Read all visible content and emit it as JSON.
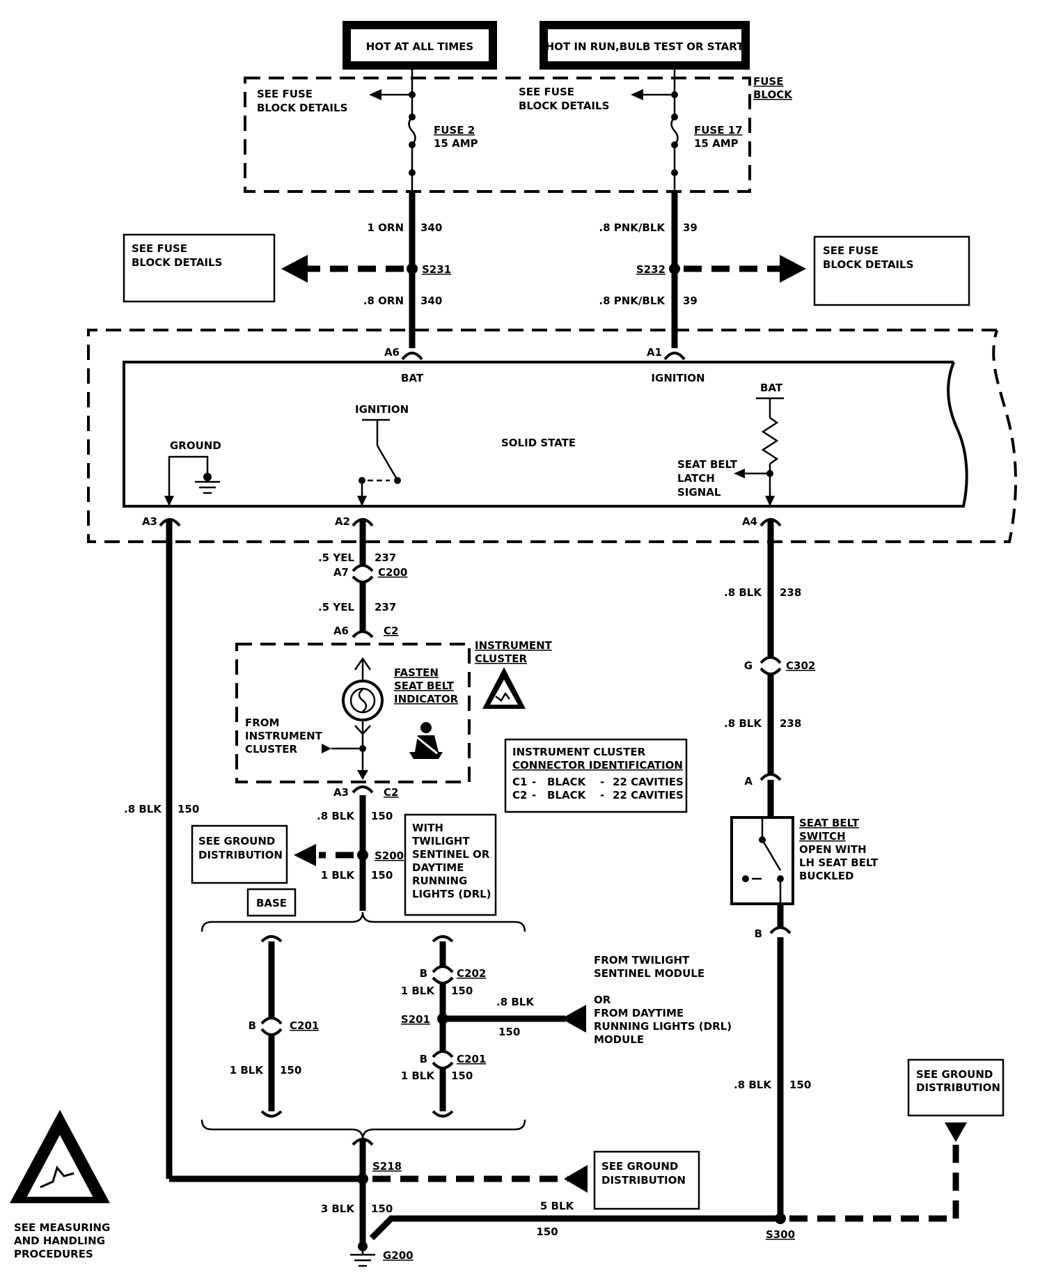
{
  "headers": {
    "hot_at_all_times": "HOT AT ALL TIMES",
    "hot_in_run": "HOT IN RUN,BULB TEST OR START"
  },
  "fuse_block": {
    "label_line1": "FUSE",
    "label_line2": "BLOCK",
    "see_fuse_left_1": "SEE FUSE",
    "see_fuse_left_2": "BLOCK DETAILS",
    "see_fuse_right_1": "SEE FUSE",
    "see_fuse_right_2": "BLOCK DETAILS",
    "fuse2_name": "FUSE 2",
    "fuse2_amp": "15 AMP",
    "fuse17_name": "FUSE 17",
    "fuse17_amp": "15 AMP"
  },
  "wires": {
    "w1_gauge": "1 ORN",
    "w1_circuit": "340",
    "w2_gauge": ".8 ORN",
    "w2_circuit": "340",
    "w3_gauge": ".8 PNK/BLK",
    "w3_circuit": "39",
    "w4_gauge": ".8 PNK/BLK",
    "w4_circuit": "39",
    "s231": "S231",
    "s232": "S232",
    "w5_gauge": ".5 YEL",
    "w5_circuit": "237",
    "w6_gauge": ".5 YEL",
    "w6_circuit": "237",
    "w7_gauge": ".8 BLK",
    "w7_circuit": "238",
    "w8_gauge": ".8 BLK",
    "w8_circuit": "238",
    "w9_gauge": ".8 BLK",
    "w9_circuit": "150",
    "w10_gauge": ".8 BLK",
    "w10_circuit": "150",
    "w11_gauge": "1 BLK",
    "w11_circuit": "150",
    "w12_gauge": "1 BLK",
    "w12_circuit": "150",
    "w13_gauge": "1 BLK",
    "w13_circuit": "150",
    "w14_gauge": "1 BLK",
    "w14_circuit": "150",
    "w15_gauge": ".8 BLK",
    "w15_circuit": "150",
    "w16_gauge": ".8 BLK",
    "w16_circuit": "150",
    "w17_gauge": "3 BLK",
    "w17_circuit": "150",
    "w18_gauge": "5 BLK",
    "w18_circuit": "150",
    "s200": "S200",
    "s201": "S201",
    "s218": "S218",
    "s300": "S300",
    "g200": "G200"
  },
  "fuse_boxes": {
    "left_1": "SEE FUSE",
    "left_2": "BLOCK DETAILS",
    "right_1": "SEE FUSE",
    "right_2": "BLOCK DETAILS"
  },
  "module": {
    "a6": "A6",
    "a1": "A1",
    "a3": "A3",
    "a2": "A2",
    "a4": "A4",
    "bat": "BAT",
    "ignition": "IGNITION",
    "ground": "GROUND",
    "ignition_switch": "IGNITION",
    "solid_state": "SOLID STATE",
    "bat2": "BAT",
    "latch_1": "SEAT BELT",
    "latch_2": "LATCH",
    "latch_3": "SIGNAL"
  },
  "connectors": {
    "c200_pin": "A7",
    "c200": "C200",
    "c2_top_pin": "A6",
    "c2_top": "C2",
    "c2_bot_pin": "A3",
    "c2_bot": "C2",
    "c302_pin": "G",
    "c302": "C302",
    "sw_a": "A",
    "sw_b": "B",
    "c202_pin": "B",
    "c202": "C202",
    "c201a_pin": "B",
    "c201a": "C201",
    "c201b_pin": "B",
    "c201b": "C201"
  },
  "cluster": {
    "title_1": "INSTRUMENT",
    "title_2": "CLUSTER",
    "ind_1": "FASTEN",
    "ind_2": "SEAT BELT",
    "ind_3": "INDICATOR",
    "from_1": "FROM",
    "from_2": "INSTRUMENT",
    "from_3": "CLUSTER"
  },
  "conn_id": {
    "title_1": "INSTRUMENT CLUSTER",
    "title_2": "CONNECTOR IDENTIFICATION",
    "c1_name": "C1",
    "c1_color": "BLACK",
    "c1_cav": "22 CAVITIES",
    "c2_name": "C2",
    "c2_color": "BLACK",
    "c2_cav": "22 CAVITIES",
    "dash": "-"
  },
  "seat_switch": {
    "l1": "SEAT BELT",
    "l2": "SWITCH",
    "l3": "OPEN WITH",
    "l4": "LH SEAT BELT",
    "l5": "BUCKLED"
  },
  "ground_dist": {
    "left_1": "SEE  GROUND",
    "left_2": "DISTRIBUTION",
    "mid_1": "SEE GROUND",
    "mid_2": "DISTRIBUTION",
    "right_1": "SEE GROUND",
    "right_2": "DISTRIBUTION"
  },
  "options": {
    "base": "BASE",
    "with_1": "WITH",
    "with_2": "TWILIGHT",
    "with_3": "SENTINEL OR",
    "with_4": "DAYTIME",
    "with_5": "RUNNING",
    "with_6": "LIGHTS (DRL)"
  },
  "twilight": {
    "l1": "FROM TWILIGHT",
    "l2": "SENTINEL MODULE",
    "l3": "OR",
    "l4": "FROM DAYTIME",
    "l5": "RUNNING LIGHTS (DRL)",
    "l6": "MODULE"
  },
  "esd": {
    "l1": "SEE MEASURING",
    "l2": "AND HANDLING",
    "l3": "PROCEDURES"
  }
}
